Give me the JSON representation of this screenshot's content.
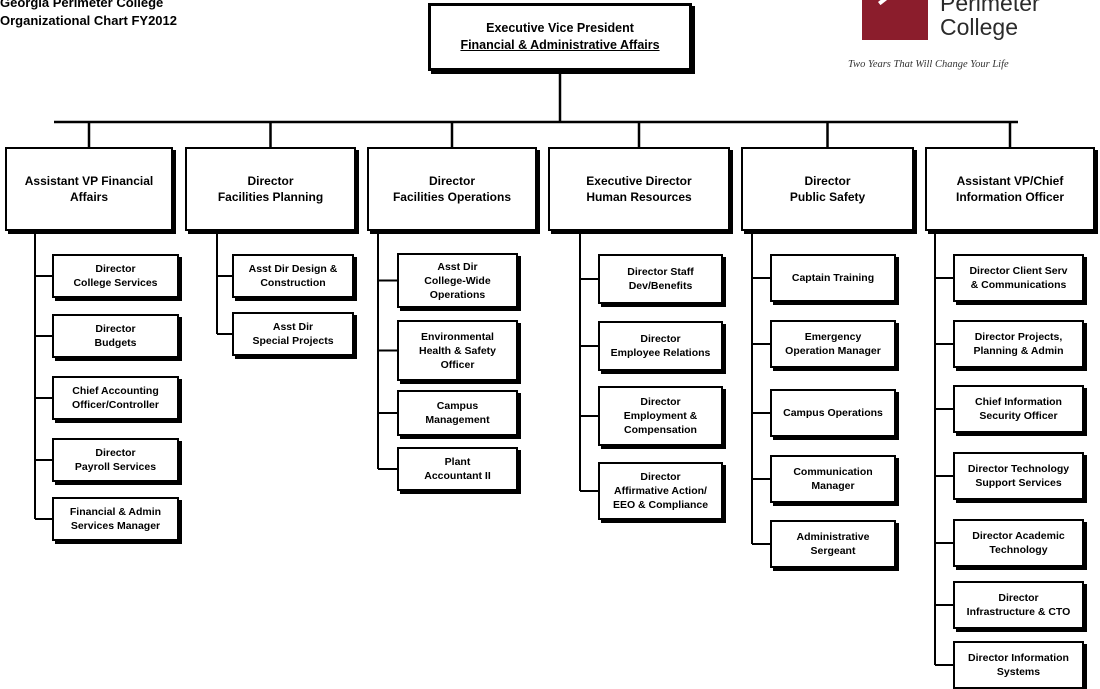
{
  "header": {
    "line1": "Georgia Perimeter College",
    "line2": "Organizational Chart FY2012"
  },
  "logo": {
    "line1": "Perimeter",
    "line2": "College",
    "tagline": "Two Years That Will Change Your Life",
    "mark_color": "#8b1d2c"
  },
  "top": {
    "line1": "Executive Vice President",
    "line2": "Financial & Administrative Affairs"
  },
  "departments": [
    {
      "lines": [
        "Assistant VP Financial",
        "Affairs"
      ],
      "subs": [
        [
          "Director",
          "College Services"
        ],
        [
          "Director",
          "Budgets"
        ],
        [
          "Chief Accounting",
          "Officer/Controller"
        ],
        [
          "Director",
          "Payroll Services"
        ],
        [
          "Financial & Admin",
          "Services Manager"
        ]
      ]
    },
    {
      "lines": [
        "Director",
        "Facilities Planning"
      ],
      "subs": [
        [
          "Asst Dir Design &",
          "Construction"
        ],
        [
          "Asst Dir",
          "Special Projects"
        ]
      ]
    },
    {
      "lines": [
        "Director",
        "Facilities Operations"
      ],
      "subs": [
        [
          "Asst Dir",
          "College-Wide",
          "Operations"
        ],
        [
          "Environmental",
          "Health & Safety",
          "Officer"
        ],
        [
          "Campus",
          "Management"
        ],
        [
          "Plant",
          "Accountant  II"
        ]
      ]
    },
    {
      "lines": [
        "Executive Director",
        "Human Resources"
      ],
      "subs": [
        [
          "Director Staff",
          "Dev/Benefits"
        ],
        [
          "Director",
          "Employee Relations"
        ],
        [
          "Director",
          "Employment &",
          "Compensation"
        ],
        [
          "Director",
          "Affirmative Action/",
          "EEO & Compliance"
        ]
      ]
    },
    {
      "lines": [
        "Director",
        "Public Safety"
      ],
      "subs": [
        [
          "Captain Training"
        ],
        [
          "Emergency",
          "Operation Manager"
        ],
        [
          "Campus Operations"
        ],
        [
          "Communication",
          "Manager"
        ],
        [
          "Administrative",
          "Sergeant"
        ]
      ]
    },
    {
      "lines": [
        "Assistant VP/Chief",
        "Information Officer"
      ],
      "subs": [
        [
          "Director Client Serv",
          "& Communications"
        ],
        [
          "Director Projects,",
          "Planning & Admin"
        ],
        [
          "Chief Information",
          "Security Officer"
        ],
        [
          "Director Technology",
          "Support Services"
        ],
        [
          "Director Academic",
          "Technology"
        ],
        [
          "Director",
          "Infrastructure & CTO"
        ],
        [
          "Director Information",
          "Systems"
        ]
      ]
    }
  ]
}
